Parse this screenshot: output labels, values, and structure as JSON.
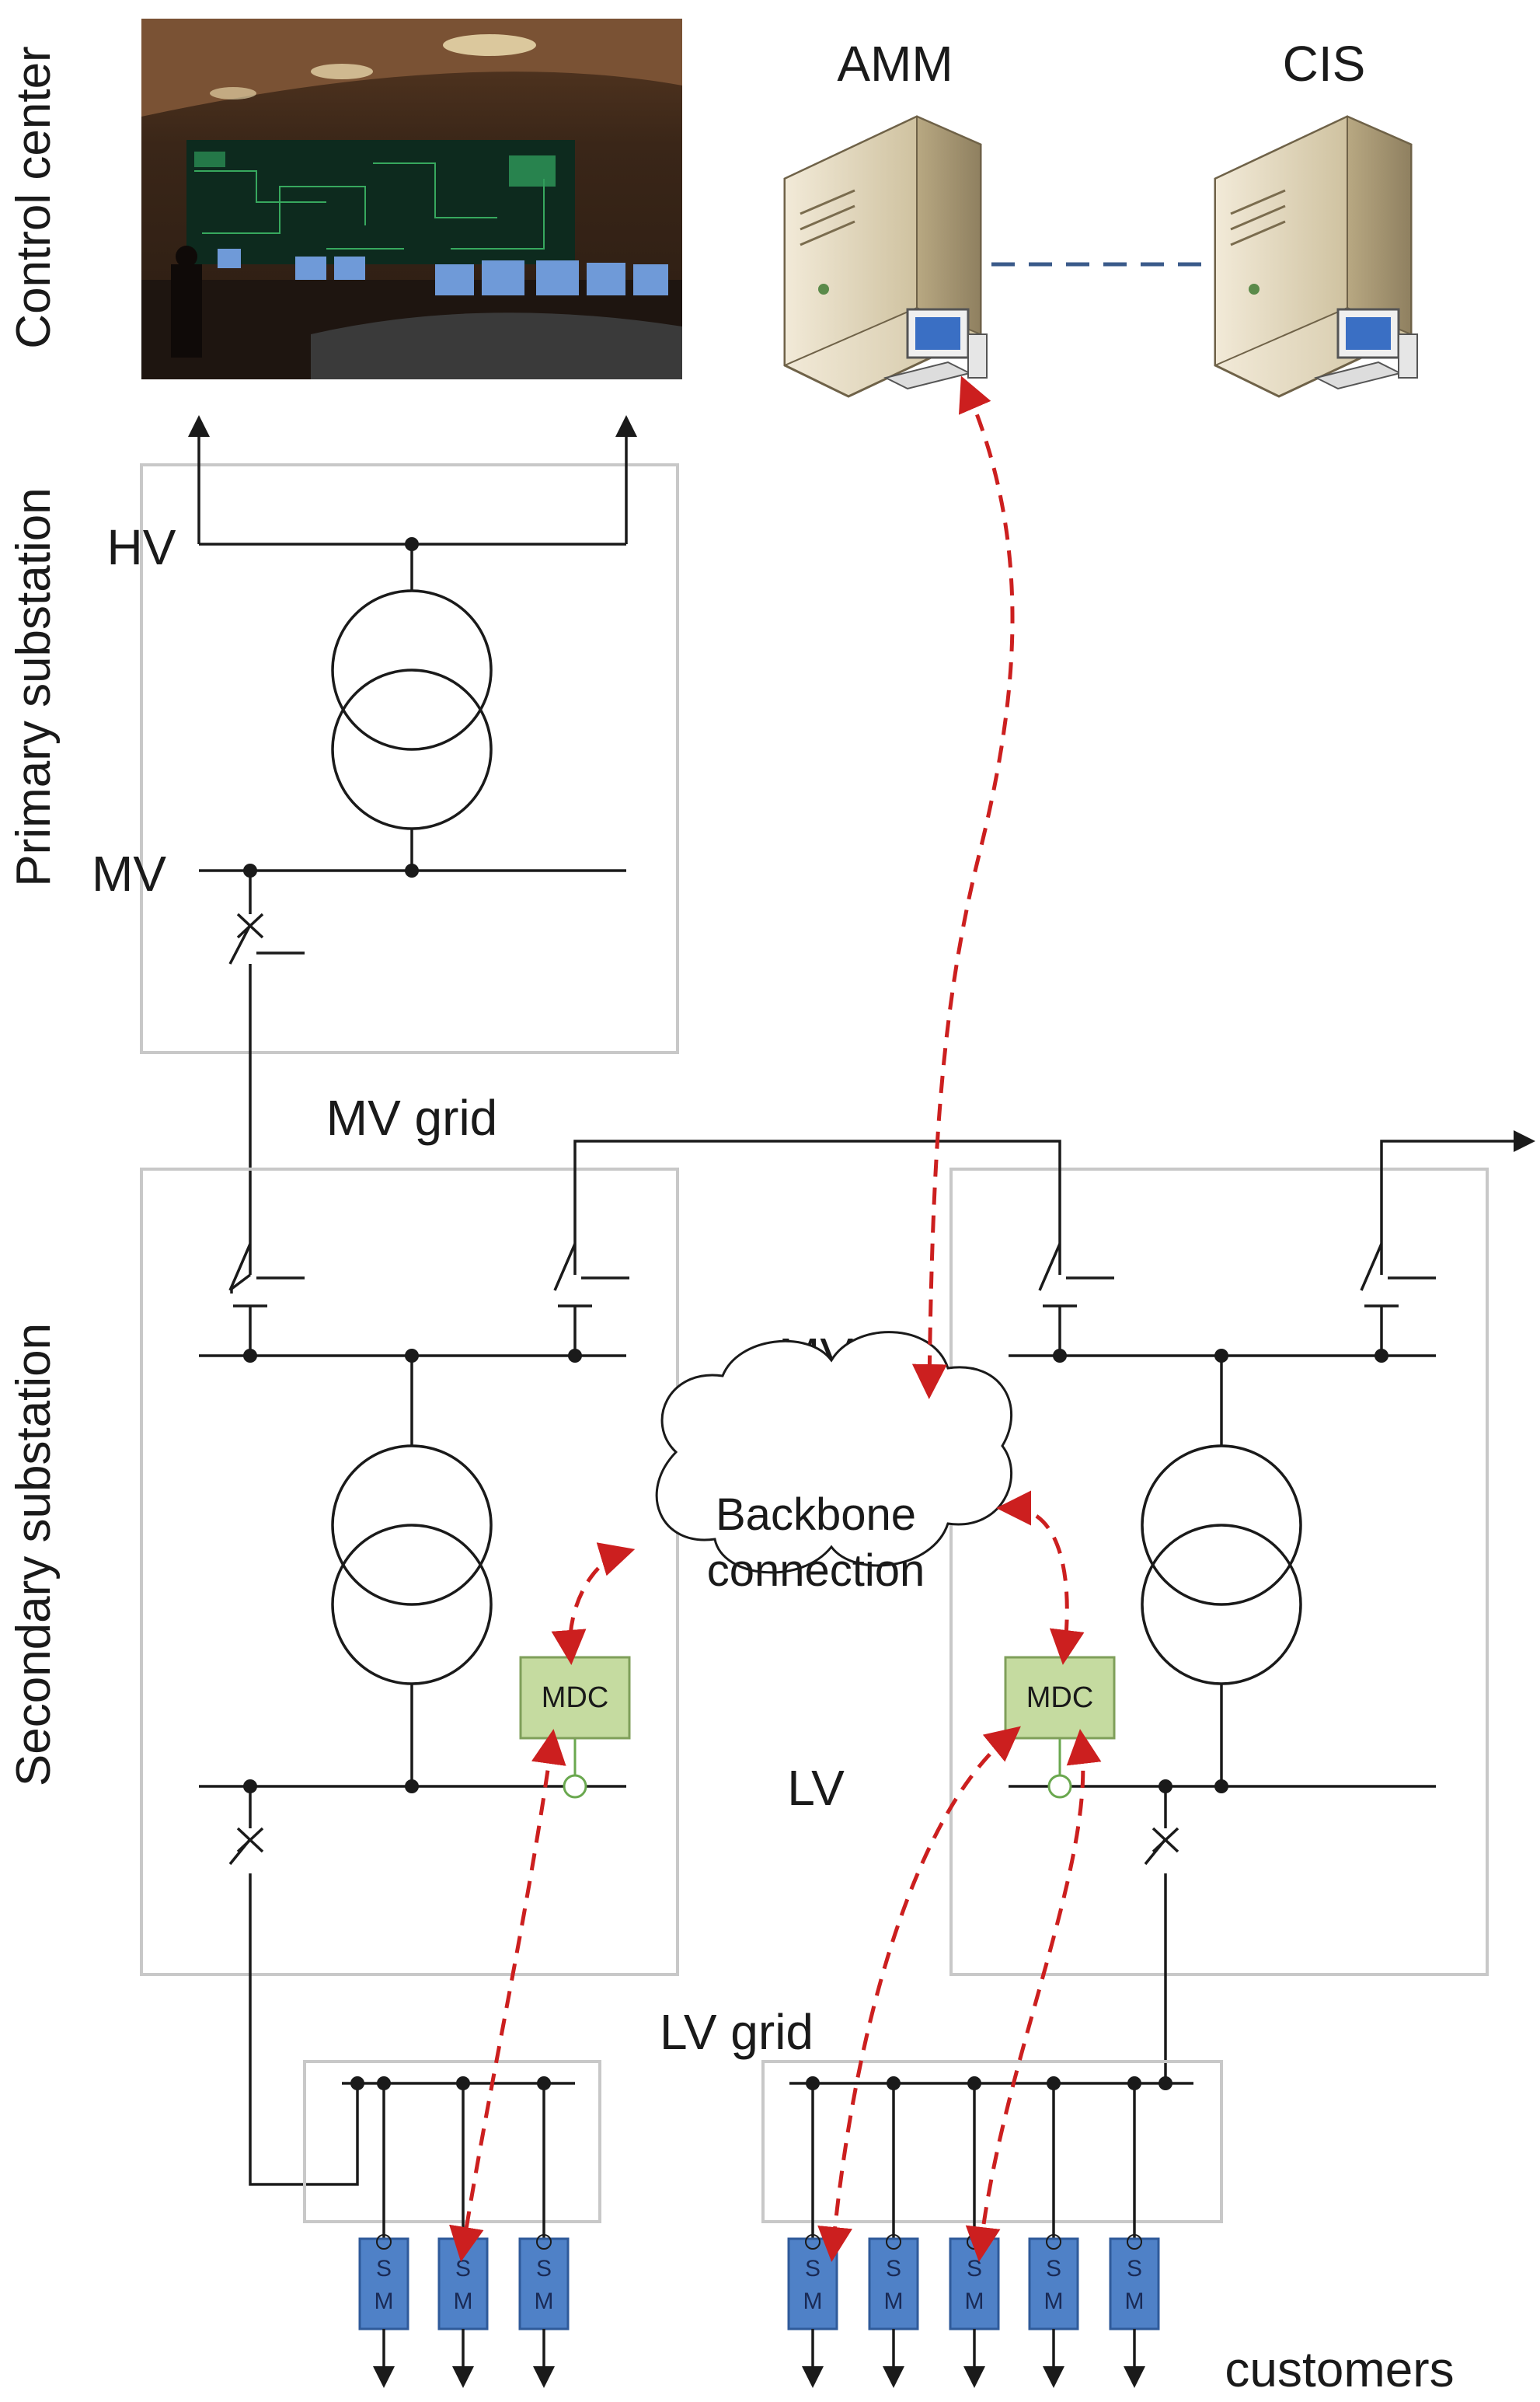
{
  "side_labels": {
    "control_center": "Control center",
    "primary_substation": "Primary substation",
    "secondary_substation": "Secondary substation"
  },
  "servers": {
    "amm": "AMM",
    "cis": "CIS"
  },
  "voltage_labels": {
    "primary_hv": "HV",
    "primary_mv": "MV",
    "secondary_mv": "MV",
    "secondary_lv": "LV"
  },
  "grid_labels": {
    "mv_grid": "MV grid",
    "lv_grid": "LV grid"
  },
  "backbone": {
    "line1": "Backbone",
    "line2": "connection"
  },
  "mdc_label": "MDC",
  "smart_meter": {
    "top": "S",
    "bottom": "M"
  },
  "customers_label": "customers",
  "colors": {
    "line": "#1a1a1a",
    "box_border": "#c8c8c8",
    "comm_link": "#cc1f1f",
    "server_link": "#3a5a8a",
    "mdc_fill": "#c5dba0",
    "mdc_border": "#7f9f5a",
    "meter_fill": "#4f81c7",
    "meter_border": "#2f5a9a",
    "handle_green": "#6aa84f"
  },
  "icons": {
    "control_room": "control-room-photo",
    "server": "server-tower-icon",
    "cloud": "cloud-icon",
    "transformer": "transformer-symbol",
    "breaker": "circuit-breaker-symbol",
    "switch": "switch-symbol",
    "meter": "smart-meter-icon"
  }
}
